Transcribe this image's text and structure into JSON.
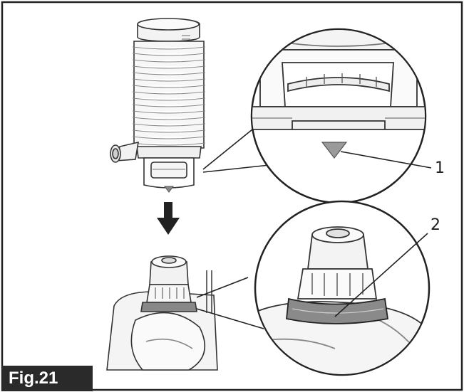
{
  "figure": {
    "label": "Fig.21"
  },
  "callouts": [
    {
      "number": "1"
    },
    {
      "number": "2"
    }
  ]
}
